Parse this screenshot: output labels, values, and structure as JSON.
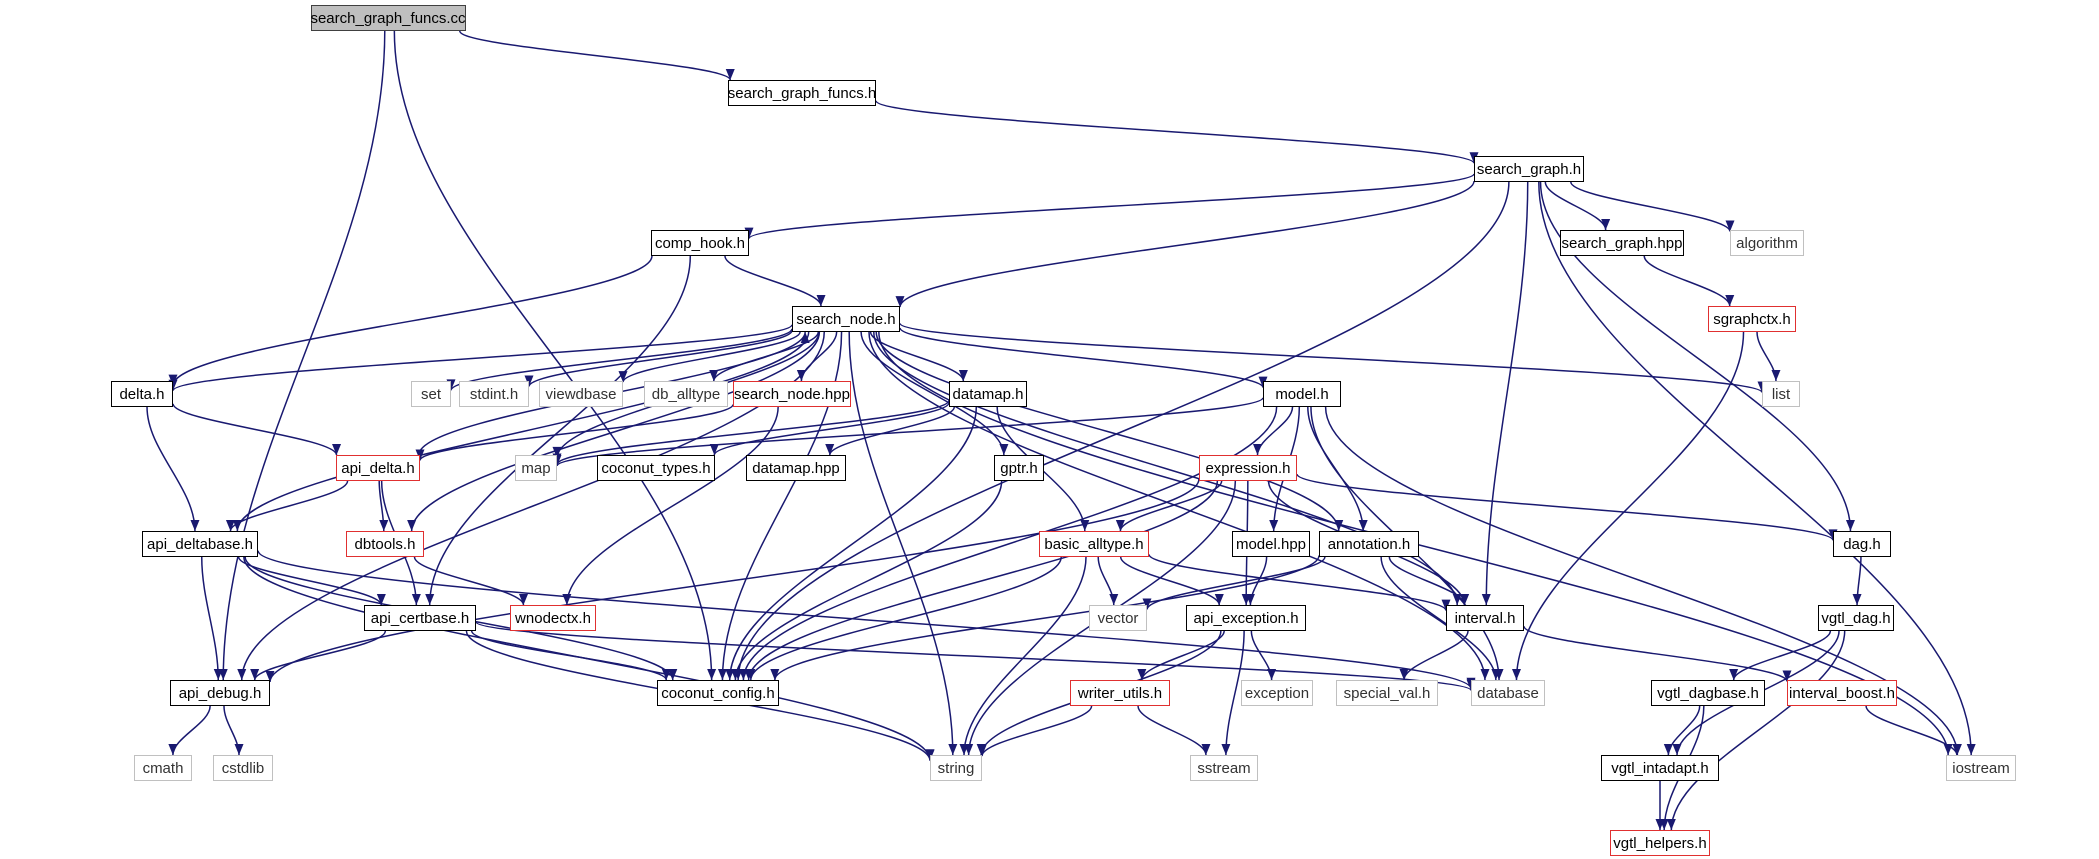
{
  "style": {
    "edge_color": "#191970",
    "box_border": "#000000",
    "red_border": "#e03030",
    "gray_border": "#c0c0c0",
    "root_fill": "#bfbfbf"
  },
  "nodes": [
    {
      "id": "search_graph_funcs_cc",
      "label": "search_graph_funcs.cc",
      "kind": "root"
    },
    {
      "id": "search_graph_funcs_h",
      "label": "search_graph_funcs.h",
      "kind": "black"
    },
    {
      "id": "search_graph_h",
      "label": "search_graph.h",
      "kind": "black"
    },
    {
      "id": "comp_hook_h",
      "label": "comp_hook.h",
      "kind": "black"
    },
    {
      "id": "search_graph_hpp",
      "label": "search_graph.hpp",
      "kind": "black"
    },
    {
      "id": "algorithm",
      "label": "algorithm",
      "kind": "gray"
    },
    {
      "id": "search_node_h",
      "label": "search_node.h",
      "kind": "black"
    },
    {
      "id": "sgraphctx_h",
      "label": "sgraphctx.h",
      "kind": "red"
    },
    {
      "id": "delta_h",
      "label": "delta.h",
      "kind": "black"
    },
    {
      "id": "set",
      "label": "set",
      "kind": "gray"
    },
    {
      "id": "stdint_h",
      "label": "stdint.h",
      "kind": "gray"
    },
    {
      "id": "viewdbase",
      "label": "viewdbase",
      "kind": "gray"
    },
    {
      "id": "db_alltype",
      "label": "db_alltype",
      "kind": "gray"
    },
    {
      "id": "search_node_hpp",
      "label": "search_node.hpp",
      "kind": "red"
    },
    {
      "id": "datamap_h",
      "label": "datamap.h",
      "kind": "black"
    },
    {
      "id": "model_h",
      "label": "model.h",
      "kind": "black"
    },
    {
      "id": "list",
      "label": "list",
      "kind": "gray"
    },
    {
      "id": "api_delta_h",
      "label": "api_delta.h",
      "kind": "red"
    },
    {
      "id": "map",
      "label": "map",
      "kind": "gray"
    },
    {
      "id": "coconut_types_h",
      "label": "coconut_types.h",
      "kind": "black"
    },
    {
      "id": "datamap_hpp",
      "label": "datamap.hpp",
      "kind": "black"
    },
    {
      "id": "gptr_h",
      "label": "gptr.h",
      "kind": "black"
    },
    {
      "id": "expression_h",
      "label": "expression.h",
      "kind": "red"
    },
    {
      "id": "api_deltabase_h",
      "label": "api_deltabase.h",
      "kind": "black"
    },
    {
      "id": "dbtools_h",
      "label": "dbtools.h",
      "kind": "red"
    },
    {
      "id": "basic_alltype_h",
      "label": "basic_alltype.h",
      "kind": "red"
    },
    {
      "id": "model_hpp",
      "label": "model.hpp",
      "kind": "black"
    },
    {
      "id": "annotation_h",
      "label": "annotation.h",
      "kind": "black"
    },
    {
      "id": "dag_h",
      "label": "dag.h",
      "kind": "black"
    },
    {
      "id": "api_certbase_h",
      "label": "api_certbase.h",
      "kind": "black"
    },
    {
      "id": "wnodectx_h",
      "label": "wnodectx.h",
      "kind": "red"
    },
    {
      "id": "vector",
      "label": "vector",
      "kind": "gray"
    },
    {
      "id": "api_exception_h",
      "label": "api_exception.h",
      "kind": "black"
    },
    {
      "id": "interval_h",
      "label": "interval.h",
      "kind": "black"
    },
    {
      "id": "vgtl_dag_h",
      "label": "vgtl_dag.h",
      "kind": "black"
    },
    {
      "id": "api_debug_h",
      "label": "api_debug.h",
      "kind": "black"
    },
    {
      "id": "coconut_config_h",
      "label": "coconut_config.h",
      "kind": "black"
    },
    {
      "id": "writer_utils_h",
      "label": "writer_utils.h",
      "kind": "red"
    },
    {
      "id": "exception",
      "label": "exception",
      "kind": "gray"
    },
    {
      "id": "special_val_h",
      "label": "special_val.h",
      "kind": "gray"
    },
    {
      "id": "database",
      "label": "database",
      "kind": "gray"
    },
    {
      "id": "vgtl_dagbase_h",
      "label": "vgtl_dagbase.h",
      "kind": "black"
    },
    {
      "id": "interval_boost_h",
      "label": "interval_boost.h",
      "kind": "red"
    },
    {
      "id": "cmath",
      "label": "cmath",
      "kind": "gray"
    },
    {
      "id": "cstdlib",
      "label": "cstdlib",
      "kind": "gray"
    },
    {
      "id": "string",
      "label": "string",
      "kind": "gray"
    },
    {
      "id": "sstream",
      "label": "sstream",
      "kind": "gray"
    },
    {
      "id": "vgtl_intadapt_h",
      "label": "vgtl_intadapt.h",
      "kind": "black"
    },
    {
      "id": "iostream",
      "label": "iostream",
      "kind": "gray"
    },
    {
      "id": "vgtl_helpers_h",
      "label": "vgtl_helpers.h",
      "kind": "red"
    }
  ],
  "edges": [
    [
      "search_graph_funcs_cc",
      "search_graph_funcs_h"
    ],
    [
      "search_graph_funcs_cc",
      "api_debug_h"
    ],
    [
      "search_graph_funcs_cc",
      "coconut_config_h"
    ],
    [
      "search_graph_funcs_h",
      "search_graph_h"
    ],
    [
      "search_graph_h",
      "comp_hook_h"
    ],
    [
      "search_graph_h",
      "search_node_h"
    ],
    [
      "search_graph_h",
      "search_graph_hpp"
    ],
    [
      "search_graph_h",
      "algorithm"
    ],
    [
      "search_graph_h",
      "dag_h"
    ],
    [
      "search_graph_h",
      "iostream"
    ],
    [
      "search_graph_h",
      "coconut_config_h"
    ],
    [
      "search_graph_h",
      "interval_h"
    ],
    [
      "search_graph_hpp",
      "sgraphctx_h"
    ],
    [
      "sgraphctx_h",
      "list"
    ],
    [
      "sgraphctx_h",
      "database"
    ],
    [
      "comp_hook_h",
      "search_node_h"
    ],
    [
      "comp_hook_h",
      "delta_h"
    ],
    [
      "comp_hook_h",
      "api_certbase_h"
    ],
    [
      "search_node_h",
      "delta_h"
    ],
    [
      "search_node_h",
      "set"
    ],
    [
      "search_node_h",
      "stdint_h"
    ],
    [
      "search_node_h",
      "viewdbase"
    ],
    [
      "search_node_h",
      "db_alltype"
    ],
    [
      "search_node_h",
      "search_node_hpp"
    ],
    [
      "search_node_h",
      "datamap_h"
    ],
    [
      "search_node_h",
      "model_h"
    ],
    [
      "search_node_h",
      "list"
    ],
    [
      "search_node_h",
      "api_deltabase_h"
    ],
    [
      "search_node_h",
      "dbtools_h"
    ],
    [
      "search_node_h",
      "gptr_h"
    ],
    [
      "search_node_h",
      "map"
    ],
    [
      "search_node_h",
      "annotation_h"
    ],
    [
      "search_node_h",
      "interval_h"
    ],
    [
      "search_node_h",
      "database"
    ],
    [
      "search_node_h",
      "iostream"
    ],
    [
      "search_node_h",
      "string"
    ],
    [
      "search_node_h",
      "coconut_config_h"
    ],
    [
      "search_node_h",
      "api_debug_h"
    ],
    [
      "search_node_hpp",
      "api_delta_h"
    ],
    [
      "search_node_hpp",
      "wnodectx_h"
    ],
    [
      "delta_h",
      "api_delta_h"
    ],
    [
      "delta_h",
      "api_deltabase_h"
    ],
    [
      "api_delta_h",
      "api_deltabase_h"
    ],
    [
      "api_delta_h",
      "dbtools_h"
    ],
    [
      "api_delta_h",
      "search_node_h"
    ],
    [
      "api_delta_h",
      "api_certbase_h"
    ],
    [
      "datamap_h",
      "map"
    ],
    [
      "datamap_h",
      "coconut_types_h"
    ],
    [
      "datamap_h",
      "datamap_hpp"
    ],
    [
      "datamap_h",
      "basic_alltype_h"
    ],
    [
      "datamap_h",
      "coconut_config_h"
    ],
    [
      "model_h",
      "map"
    ],
    [
      "model_h",
      "expression_h"
    ],
    [
      "model_h",
      "model_hpp"
    ],
    [
      "model_h",
      "annotation_h"
    ],
    [
      "model_h",
      "database"
    ],
    [
      "model_h",
      "iostream"
    ],
    [
      "model_h",
      "coconut_config_h"
    ],
    [
      "gptr_h",
      "coconut_config_h"
    ],
    [
      "expression_h",
      "basic_alltype_h"
    ],
    [
      "expression_h",
      "api_exception_h"
    ],
    [
      "expression_h",
      "interval_h"
    ],
    [
      "expression_h",
      "dag_h"
    ],
    [
      "expression_h",
      "string"
    ],
    [
      "expression_h",
      "api_debug_h"
    ],
    [
      "expression_h",
      "coconut_config_h"
    ],
    [
      "api_deltabase_h",
      "api_debug_h"
    ],
    [
      "api_deltabase_h",
      "api_certbase_h"
    ],
    [
      "api_deltabase_h",
      "coconut_config_h"
    ],
    [
      "api_deltabase_h",
      "database"
    ],
    [
      "api_deltabase_h",
      "string"
    ],
    [
      "dbtools_h",
      "wnodectx_h"
    ],
    [
      "basic_alltype_h",
      "vector"
    ],
    [
      "basic_alltype_h",
      "api_exception_h"
    ],
    [
      "basic_alltype_h",
      "interval_h"
    ],
    [
      "basic_alltype_h",
      "string"
    ],
    [
      "basic_alltype_h",
      "coconut_config_h"
    ],
    [
      "model_hpp",
      "api_exception_h"
    ],
    [
      "annotation_h",
      "vector"
    ],
    [
      "annotation_h",
      "interval_h"
    ],
    [
      "annotation_h",
      "database"
    ],
    [
      "annotation_h",
      "coconut_config_h"
    ],
    [
      "dag_h",
      "vgtl_dag_h"
    ],
    [
      "api_certbase_h",
      "api_debug_h"
    ],
    [
      "api_certbase_h",
      "coconut_config_h"
    ],
    [
      "api_certbase_h",
      "database"
    ],
    [
      "api_certbase_h",
      "string"
    ],
    [
      "api_exception_h",
      "writer_utils_h"
    ],
    [
      "api_exception_h",
      "exception"
    ],
    [
      "api_exception_h",
      "sstream"
    ],
    [
      "api_exception_h",
      "string"
    ],
    [
      "interval_h",
      "special_val_h"
    ],
    [
      "interval_h",
      "interval_boost_h"
    ],
    [
      "vgtl_dag_h",
      "vgtl_dagbase_h"
    ],
    [
      "vgtl_dag_h",
      "vgtl_intadapt_h"
    ],
    [
      "vgtl_dag_h",
      "vgtl_helpers_h"
    ],
    [
      "api_debug_h",
      "cmath"
    ],
    [
      "api_debug_h",
      "cstdlib"
    ],
    [
      "writer_utils_h",
      "string"
    ],
    [
      "writer_utils_h",
      "sstream"
    ],
    [
      "vgtl_dagbase_h",
      "vgtl_intadapt_h"
    ],
    [
      "vgtl_dagbase_h",
      "vgtl_helpers_h"
    ],
    [
      "vgtl_intadapt_h",
      "vgtl_helpers_h"
    ],
    [
      "interval_boost_h",
      "iostream"
    ]
  ]
}
